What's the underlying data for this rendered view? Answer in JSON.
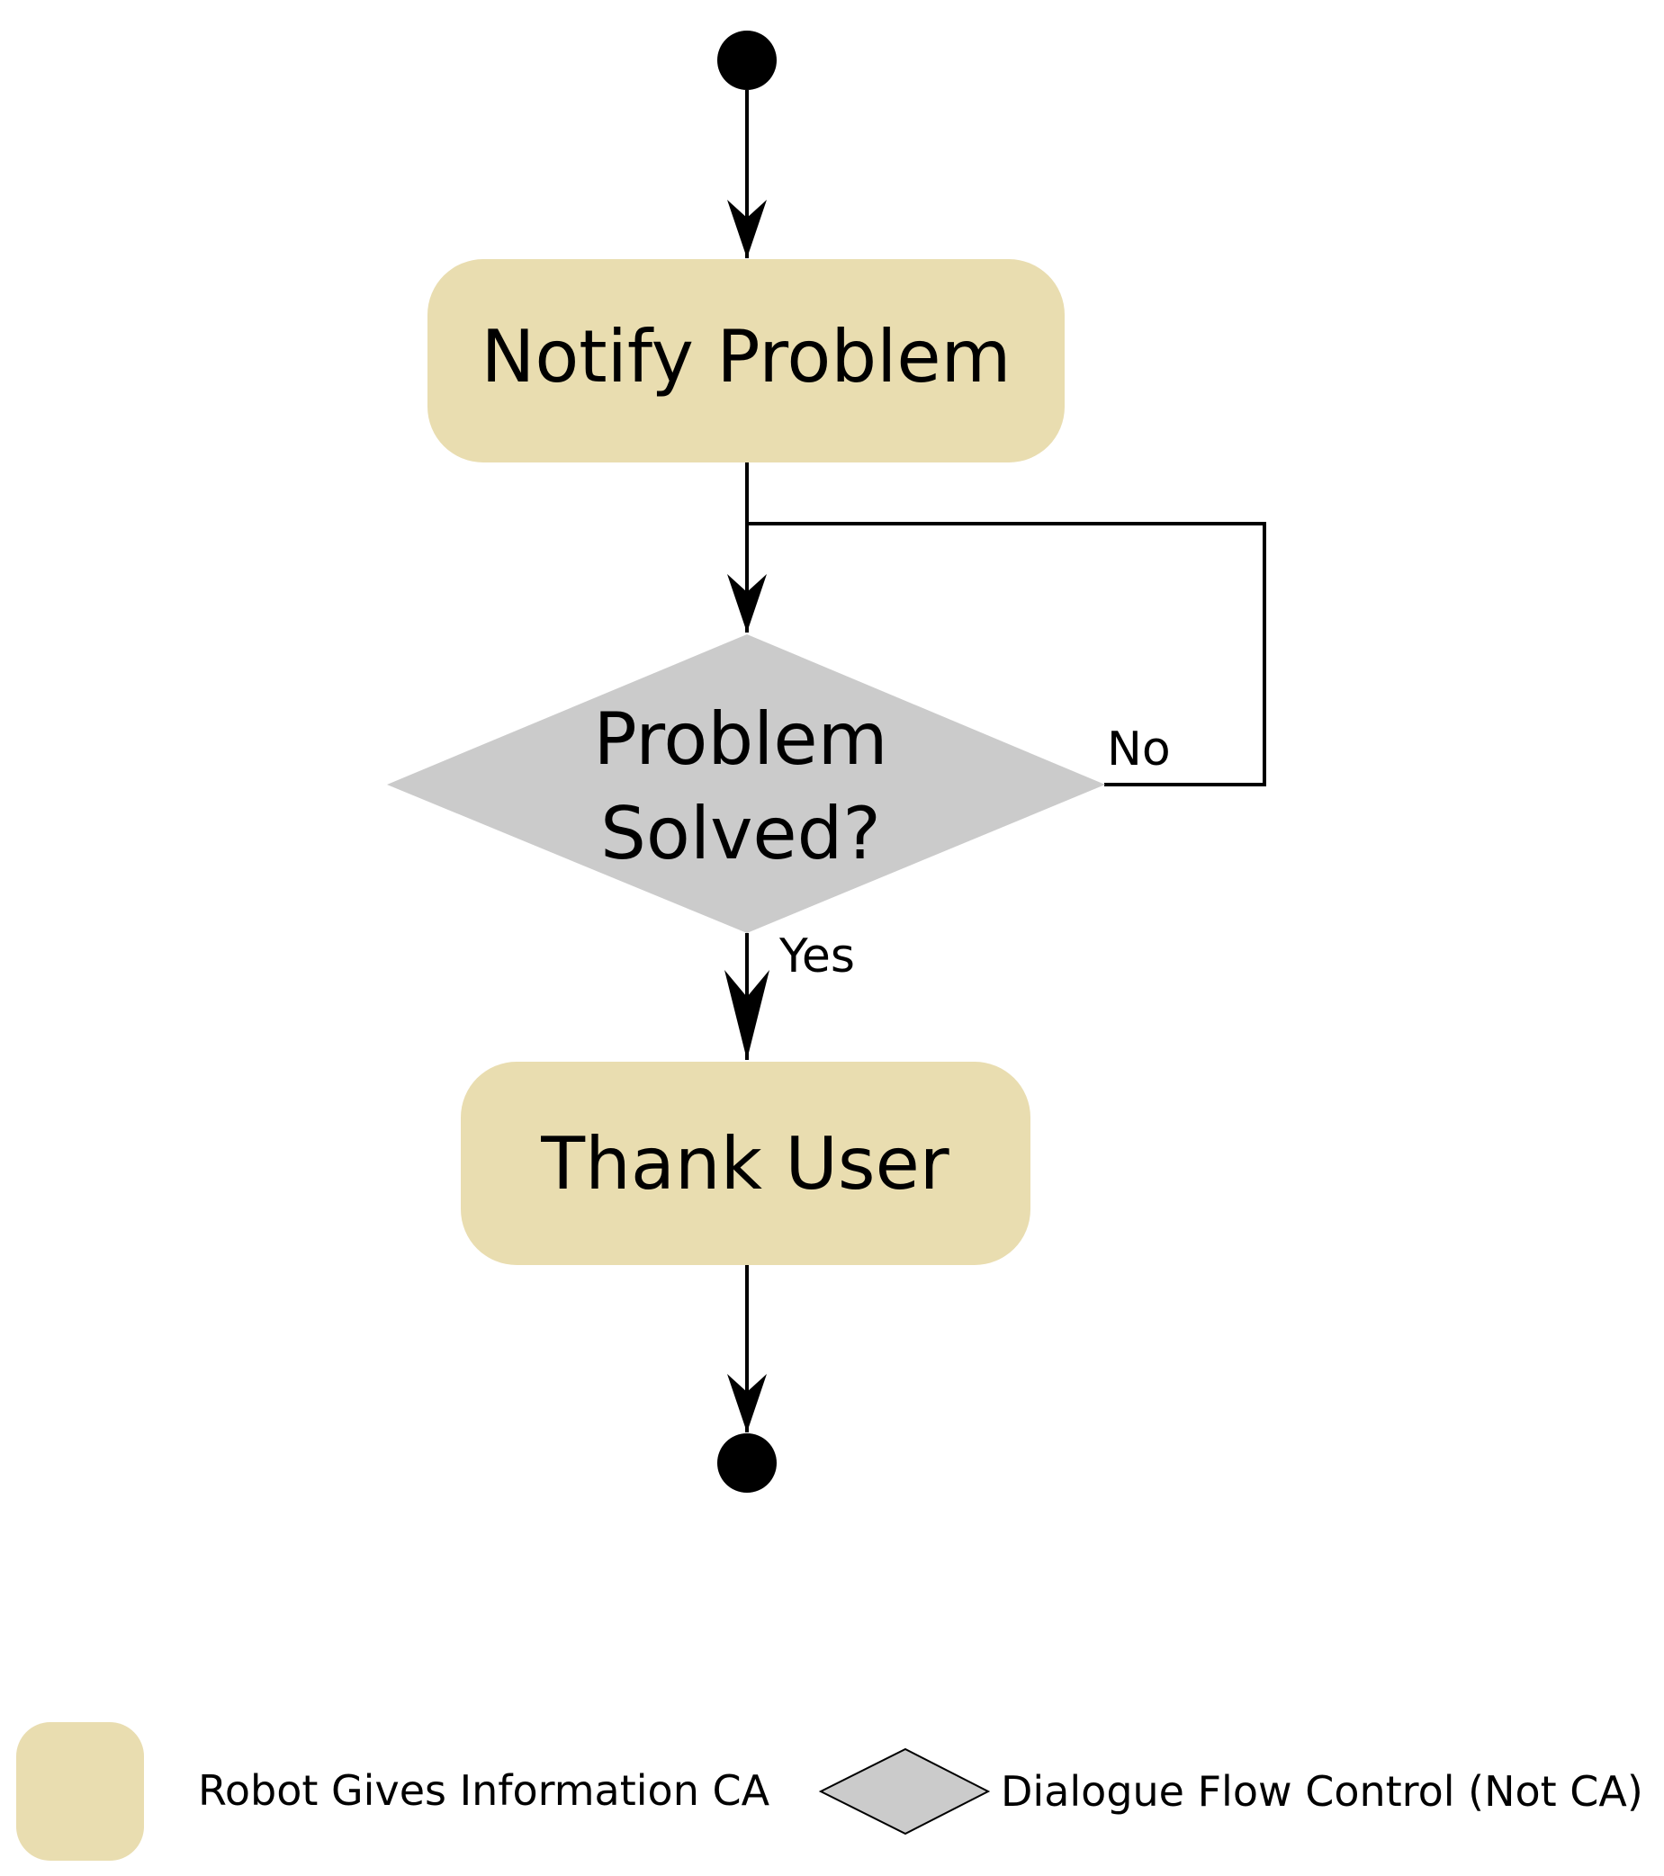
{
  "colors": {
    "action_fill": "#e9ddb0",
    "decision_fill": "#cbcbcb",
    "line": "#000000",
    "node": "#000000"
  },
  "nodes": {
    "notify": {
      "label": "Notify Problem"
    },
    "decision": {
      "label_line1": "Problem",
      "label_line2": "Solved?"
    },
    "thank": {
      "label": "Thank User"
    }
  },
  "edges": {
    "no_label": "No",
    "yes_label": "Yes"
  },
  "legend": {
    "action_label": "Robot Gives Information CA",
    "decision_label": "Dialogue Flow Control (Not CA)"
  }
}
